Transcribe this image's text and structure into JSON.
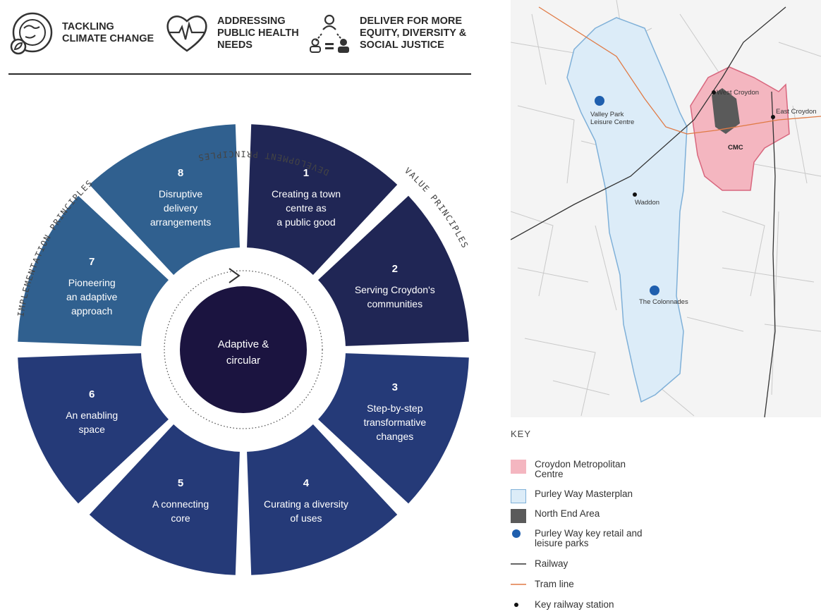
{
  "themes": [
    {
      "icon": "globe-leaf-icon",
      "label": "TACKLING\nCLIMATE CHANGE"
    },
    {
      "icon": "heart-pulse-icon",
      "label": "ADDRESSING\nPUBLIC HEALTH\nNEEDS"
    },
    {
      "icon": "people-equity-icon",
      "label": "DELIVER FOR MORE\nEQUITY, DIVERSITY &\nSOCIAL JUSTICE"
    }
  ],
  "wheel": {
    "center_label": [
      "Adaptive &",
      "circular"
    ],
    "arc_labels": {
      "value": "VALUE PRINCIPLES",
      "implementation": "IMPLEMENTATION PRINCIPLES",
      "development": "DEVELOPMENT PRINCIPLES"
    },
    "segments": [
      {
        "number": "1",
        "lines": [
          "Creating a town",
          "centre as",
          "a public good"
        ],
        "color": "#202655"
      },
      {
        "number": "2",
        "lines": [
          "Serving Croydon's",
          "communities"
        ],
        "color": "#202655"
      },
      {
        "number": "3",
        "lines": [
          "Step-by-step",
          "transformative",
          "changes"
        ],
        "color": "#253a78"
      },
      {
        "number": "4",
        "lines": [
          "Curating a diversity",
          "of uses"
        ],
        "color": "#253a78"
      },
      {
        "number": "5",
        "lines": [
          "A connecting",
          "core"
        ],
        "color": "#253a78"
      },
      {
        "number": "6",
        "lines": [
          "An enabling",
          "space"
        ],
        "color": "#253a78"
      },
      {
        "number": "7",
        "lines": [
          "Pioneering",
          "an adaptive",
          "approach"
        ],
        "color": "#30608f"
      },
      {
        "number": "8",
        "lines": [
          "Disruptive",
          "delivery",
          "arrangements"
        ],
        "color": "#30608f"
      }
    ]
  },
  "map": {
    "labels": {
      "west_croydon": "West Croydon",
      "east_croydon": "East Croydon",
      "cmc": "CMC",
      "valley_park": "Valley Park\nLeisure Centre",
      "waddon": "Waddon",
      "colonnades": "The Colonnades"
    },
    "colors": {
      "cmc_fill": "#f4b6c0",
      "cmc_stroke": "#d8677e",
      "pwm_fill": "#dcecf8",
      "pwm_stroke": "#7fb0d8",
      "north_end": "#5a5a5a",
      "park": "#1f5fae",
      "rail": "#333333",
      "tram": "#e07a45"
    }
  },
  "key": {
    "title": "KEY",
    "items": [
      {
        "type": "swatch-pink",
        "label": "Croydon Metropolitan\nCentre"
      },
      {
        "type": "swatch-blue",
        "label": "Purley Way Masterplan"
      },
      {
        "type": "swatch-dark",
        "label": "North End Area"
      },
      {
        "type": "dot-blue",
        "label": "Purley Way key retail and\nleisure parks"
      },
      {
        "type": "line-black",
        "label": "Railway"
      },
      {
        "type": "line-orange",
        "label": "Tram line"
      },
      {
        "type": "dot-black",
        "label": "Key railway station"
      }
    ]
  }
}
